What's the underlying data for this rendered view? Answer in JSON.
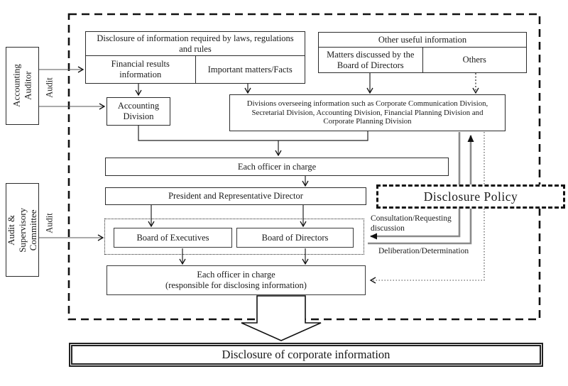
{
  "colors": {
    "ink": "#1a1a1a",
    "wire_gray": "#8a8a8a"
  },
  "left_panel": {
    "accounting_auditor": "Accounting Auditor",
    "audit_supervisory_committee": "Audit & Supervisory Committee",
    "audit_label_top": "Audit",
    "audit_label_bottom": "Audit"
  },
  "sources": {
    "laws_group": {
      "header": "Disclosure of information required by laws, regulations and rules",
      "financial": "Financial results information",
      "important": "Important matters/Facts"
    },
    "other_group": {
      "header": "Other useful information",
      "matters": "Matters discussed by the Board of Directors",
      "others": "Others"
    }
  },
  "process": {
    "accounting_division": "Accounting Division",
    "divisions": "Divisions overseeing information such as Corporate Communication Division, Secretarial Division, Accounting Division, Financial Planning Division and Corporate Planning Division",
    "officer_in_charge": "Each officer in charge",
    "president": "President and Representative Director",
    "board_executives": "Board of Executives",
    "board_directors": "Board of Directors",
    "officer_disclosing_line1": "Each officer in charge",
    "officer_disclosing_line2": "(responsible for disclosing information)"
  },
  "policy": {
    "label": "Disclosure Policy"
  },
  "annotations": {
    "consultation": "Consultation/Requesting discussion",
    "deliberation": "Deliberation/Determination"
  },
  "footer": {
    "disclosure": "Disclosure of corporate information"
  }
}
